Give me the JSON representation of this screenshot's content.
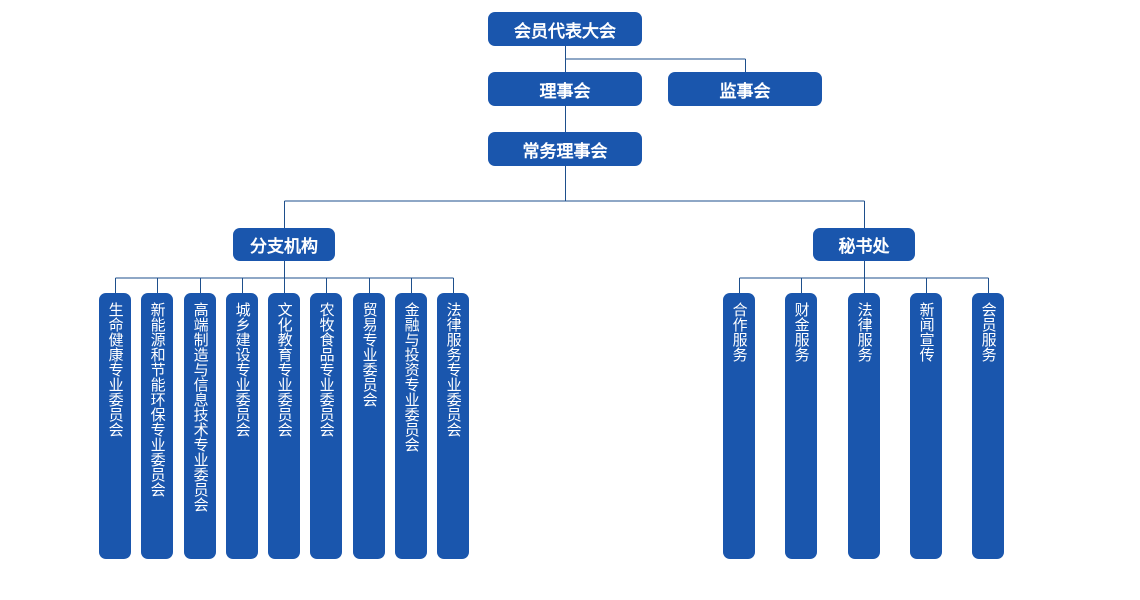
{
  "org": {
    "assembly": "会员代表大会",
    "council": "理事会",
    "supervisors": "监事会",
    "standing_council": "常务理事会",
    "branches": {
      "label": "分支机构",
      "items": [
        "生命健康专业委员会",
        "新能源和节能环保专业委员会",
        "高端制造与信息技术专业委员会",
        "城乡建设专业委员会",
        "文化教育专业委员会",
        "农牧食品专业委员会",
        "贸易专业委员会",
        "金融与投资专业委员会",
        "法律服务专业委员会"
      ]
    },
    "secretariat": {
      "label": "秘书处",
      "items": [
        "合作服务",
        "财金服务",
        "法律服务",
        "新闻宣传",
        "会员服务"
      ]
    }
  },
  "colors": {
    "box_fill": "#1a56ad",
    "line": "#1e4f8c",
    "text": "#ffffff"
  }
}
